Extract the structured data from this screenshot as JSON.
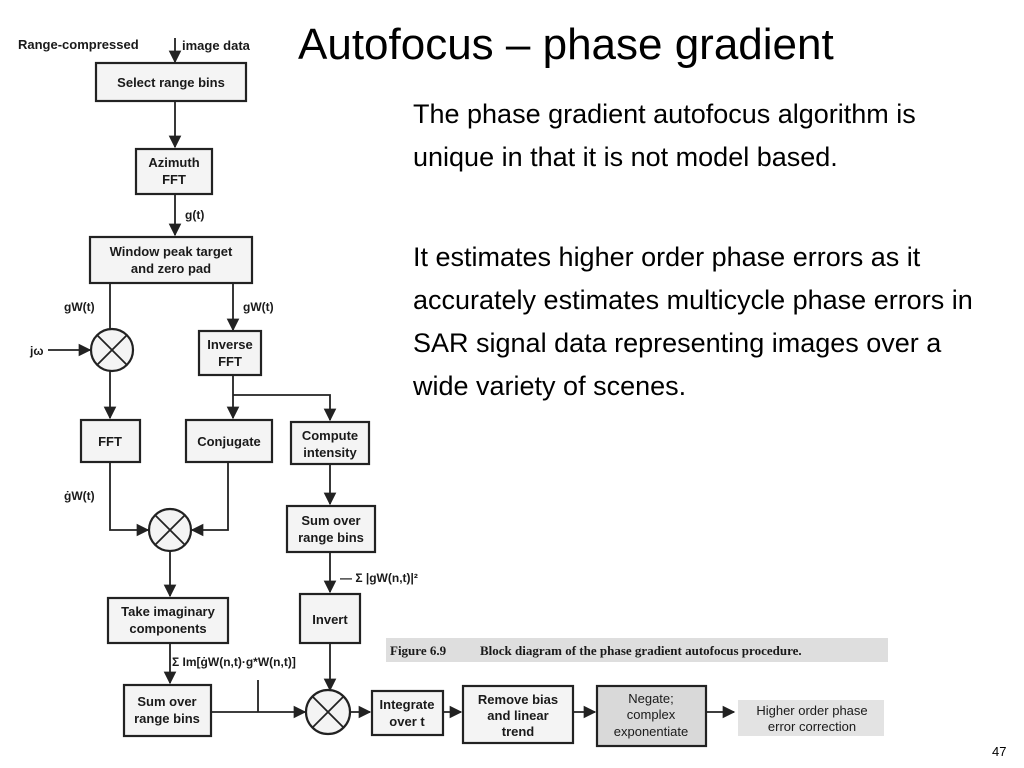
{
  "slide": {
    "title": "Autofocus – phase gradient",
    "paragraphs": [
      "The phase gradient autofocus algorithm is unique in that it is not model based.",
      "It estimates higher order phase errors as it accurately estimates multicycle phase errors in SAR signal data representing images over a wide variety of scenes."
    ],
    "page_number": "47"
  },
  "diagram": {
    "input_label_left": "Range-compressed",
    "input_label_right": "image data",
    "boxes": {
      "select_range_bins": [
        "Select range bins"
      ],
      "azimuth_fft": [
        "Azimuth",
        "FFT"
      ],
      "window_peak": [
        "Window peak target",
        "and zero pad"
      ],
      "inverse_fft": [
        "Inverse",
        "FFT"
      ],
      "fft": [
        "FFT"
      ],
      "conjugate": [
        "Conjugate"
      ],
      "compute_intensity": [
        "Compute",
        "intensity"
      ],
      "sum_over_range_bins_right": [
        "Sum over",
        "range bins"
      ],
      "take_imaginary": [
        "Take imaginary",
        "components"
      ],
      "invert": [
        "Invert"
      ],
      "sum_over_range_bins_left": [
        "Sum over",
        "range bins"
      ],
      "integrate": [
        "Integrate",
        "over t"
      ],
      "remove_bias": [
        "Remove bias",
        "and linear",
        "trend"
      ],
      "negate": [
        "Negate;",
        "complex",
        "exponentiate"
      ]
    },
    "signals": {
      "g_t": "g(t)",
      "gw_left": "gW(t)",
      "gw_right": "gW(t)",
      "j_omega": "jω",
      "gw_dot": "ġW(t)",
      "sum_intensity": "— Σ |gW(n,t)|²",
      "sum_im": "Σ Im[ġW(n,t)·g*W(n,t)]"
    },
    "output_label": [
      "Higher order phase",
      "error correction"
    ],
    "caption_label": "Figure 6.9",
    "caption_text": "Block diagram of the phase gradient autofocus procedure."
  }
}
